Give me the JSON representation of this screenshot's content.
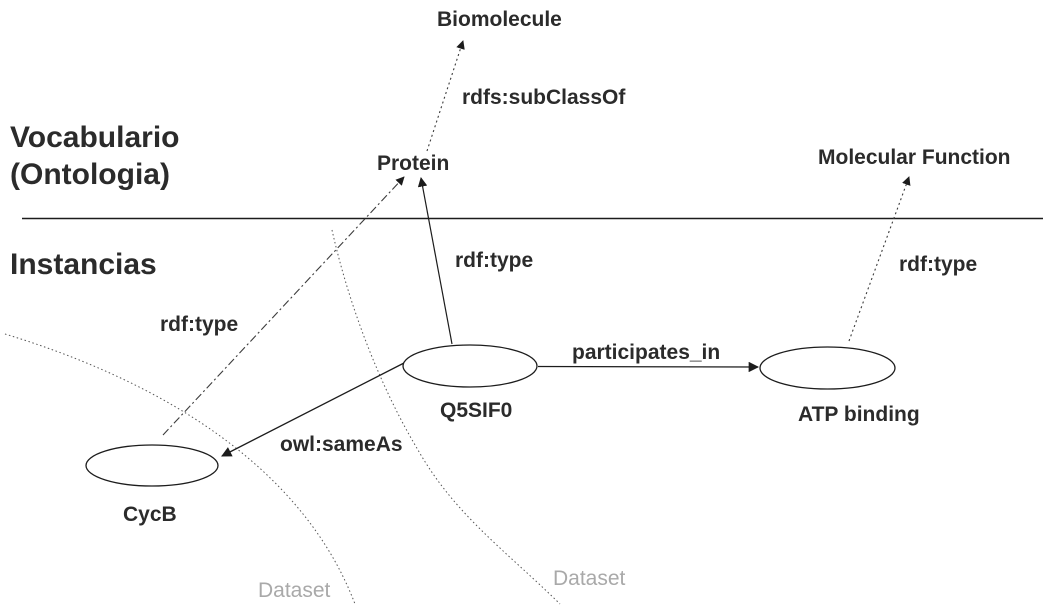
{
  "headings": {
    "vocabulary_line1": "Vocabulario",
    "vocabulary_line2": "(Ontologia)",
    "instances": "Instancias"
  },
  "nodes": [
    {
      "id": "biomolecule",
      "label": "Biomolecule",
      "kind": "class"
    },
    {
      "id": "protein",
      "label": "Protein",
      "kind": "class"
    },
    {
      "id": "molecular-function",
      "label": "Molecular Function",
      "kind": "class"
    },
    {
      "id": "q5sif0",
      "label": "Q5SIF0",
      "kind": "instance",
      "shape": "ellipse"
    },
    {
      "id": "atp-binding",
      "label": "ATP binding",
      "kind": "instance",
      "shape": "ellipse"
    },
    {
      "id": "cycb",
      "label": "CycB",
      "kind": "instance",
      "shape": "ellipse"
    }
  ],
  "edges": [
    {
      "label": "rdfs:subClassOf",
      "from": "protein",
      "to": "biomolecule",
      "style": "dotted"
    },
    {
      "label": "rdf:type",
      "from": "q5sif0",
      "to": "protein",
      "style": "solid"
    },
    {
      "label": "rdf:type",
      "from": "cycb",
      "to": "protein",
      "style": "dash-dot"
    },
    {
      "label": "rdf:type",
      "from": "atp-binding",
      "to": "molecular-function",
      "style": "dotted"
    },
    {
      "label": "participates_in",
      "from": "q5sif0",
      "to": "atp-binding",
      "style": "solid"
    },
    {
      "label": "owl:sameAs",
      "from": "q5sif0",
      "to": "cycb",
      "style": "solid"
    }
  ],
  "datasets": [
    {
      "label": "Dataset"
    },
    {
      "label": "Dataset"
    }
  ],
  "colors": {
    "text": "#2b2b2b",
    "muted_text": "#a9a9a9",
    "line": "#1c1c1c",
    "background": "#ffffff"
  }
}
